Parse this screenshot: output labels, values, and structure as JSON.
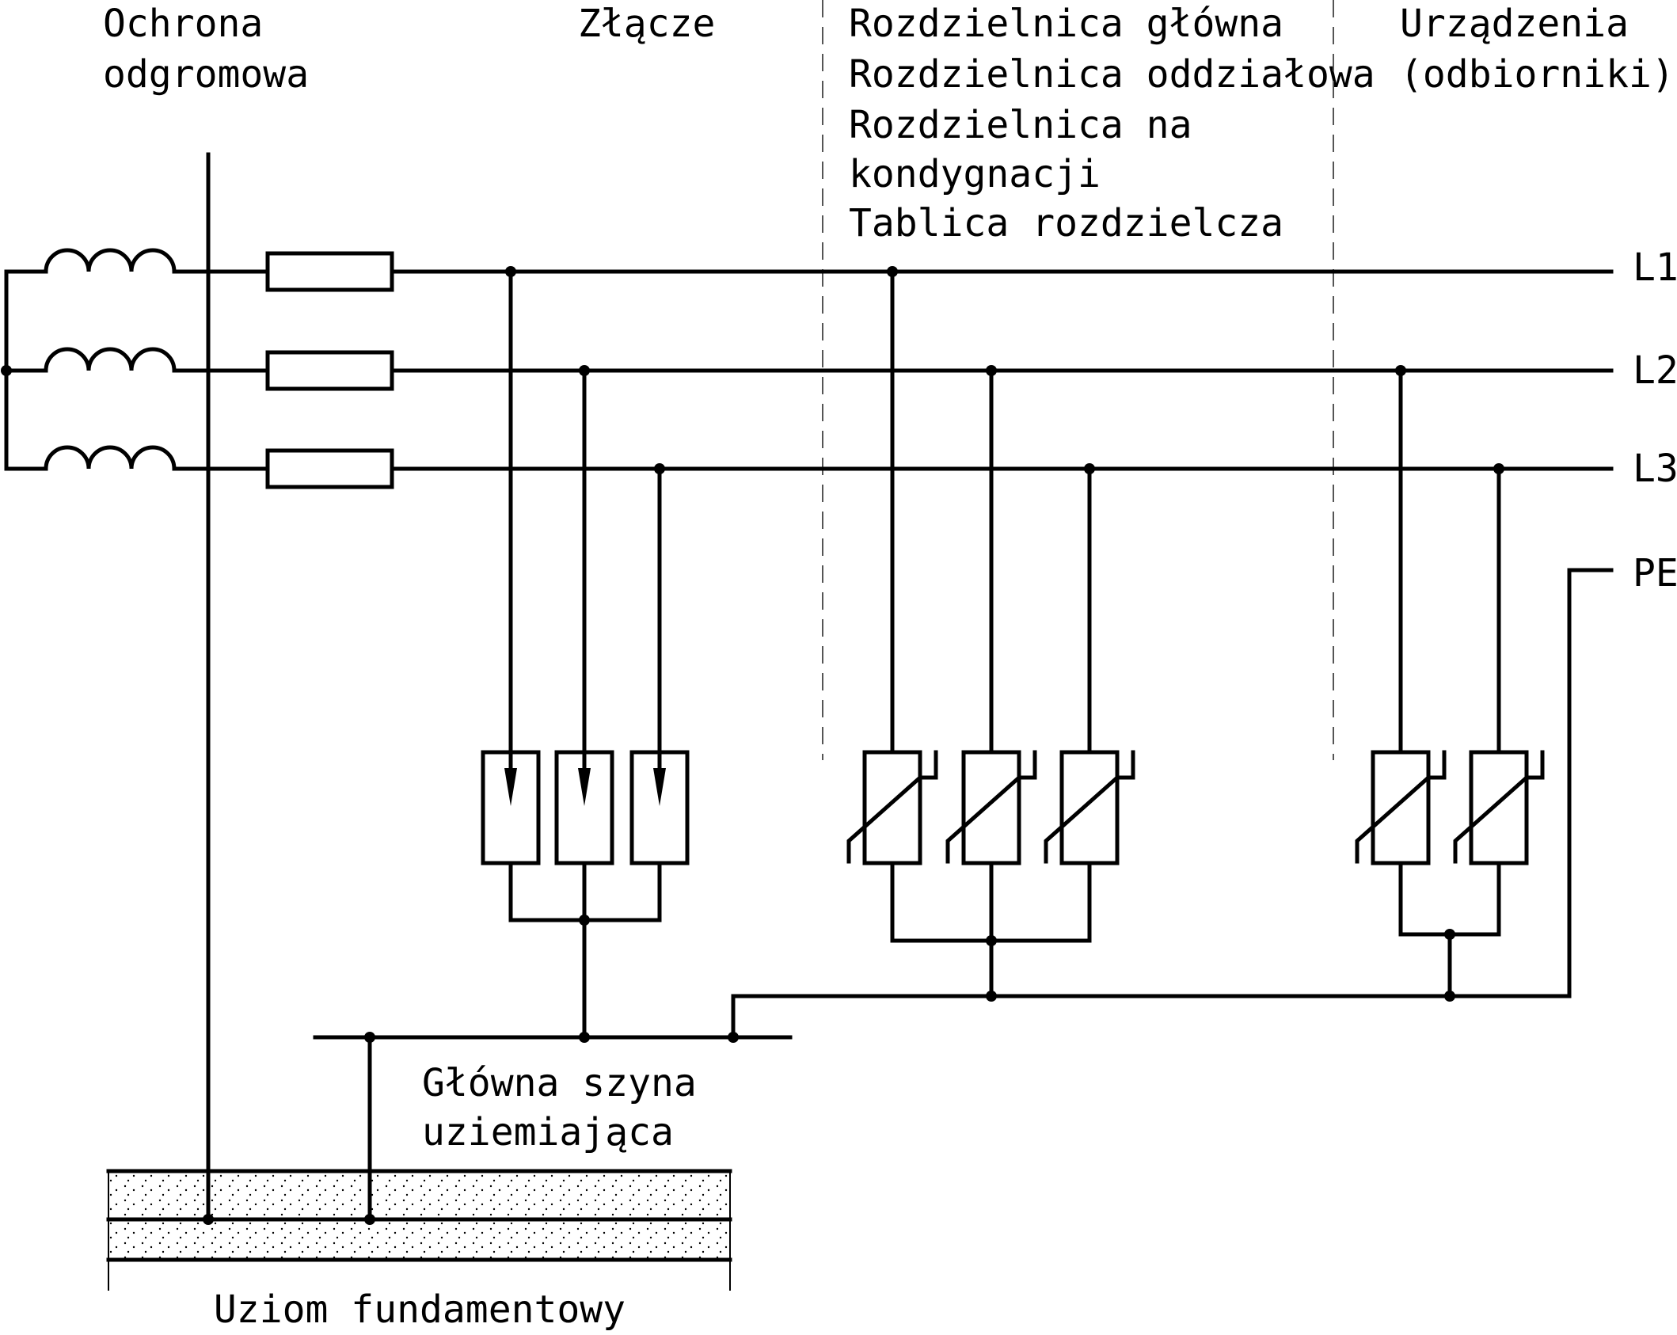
{
  "headers": {
    "lightning": [
      "Ochrona",
      "odgromowa"
    ],
    "service": "Złącze",
    "distribution": [
      "Rozdzielnica główna",
      "Rozdzielnica oddziałowa",
      "Rozdzielnica na",
      "kondygnacji",
      "Tablica rozdzielcza"
    ],
    "devices": [
      "Urządzenia",
      "(odbiorniki)"
    ]
  },
  "conductors": {
    "l1": "L1",
    "l2": "L2",
    "l3": "L3",
    "pe": "PE"
  },
  "busbar_label": [
    "Główna szyna",
    "uziemiająca"
  ],
  "earth_label": "Uziom fundamentowy"
}
